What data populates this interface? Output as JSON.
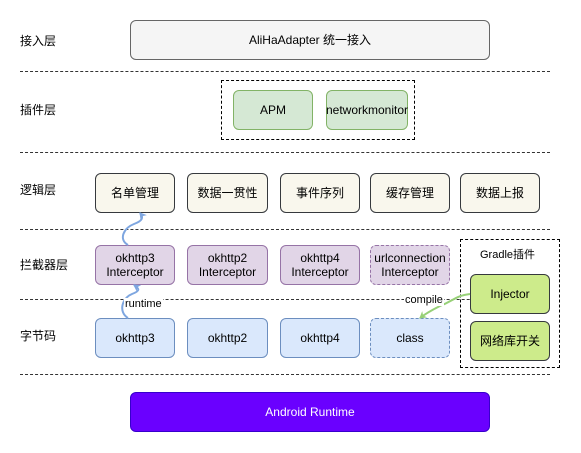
{
  "layers": {
    "access": "接入层",
    "plugin": "插件层",
    "logic": "逻辑层",
    "interceptor": "拦截器层",
    "bytecode": "字节码"
  },
  "access_box": "AliHaAdapter 统一接入",
  "plugins": [
    "APM",
    "networkmonitor"
  ],
  "logic_items": [
    "名单管理",
    "数据一贯性",
    "事件序列",
    "缓存管理",
    "数据上报"
  ],
  "interceptors": [
    "okhttp3\nInterceptor",
    "okhttp2\nInterceptor",
    "okhttp4\nInterceptor",
    "urlconnection\nInterceptor"
  ],
  "bytecode_items": [
    "okhttp3",
    "okhttp2",
    "okhttp4",
    "class"
  ],
  "gradle": {
    "title": "Gradle插件",
    "injector": "Injector",
    "switch": "网络库开关"
  },
  "edges": {
    "runtime": "runtime",
    "compile": "compile"
  },
  "android_runtime": "Android Runtime",
  "colors": {
    "blue_arrow": "#7ea6e0",
    "green_arrow": "#97d077",
    "runtime_fill": "#6a00ff"
  }
}
